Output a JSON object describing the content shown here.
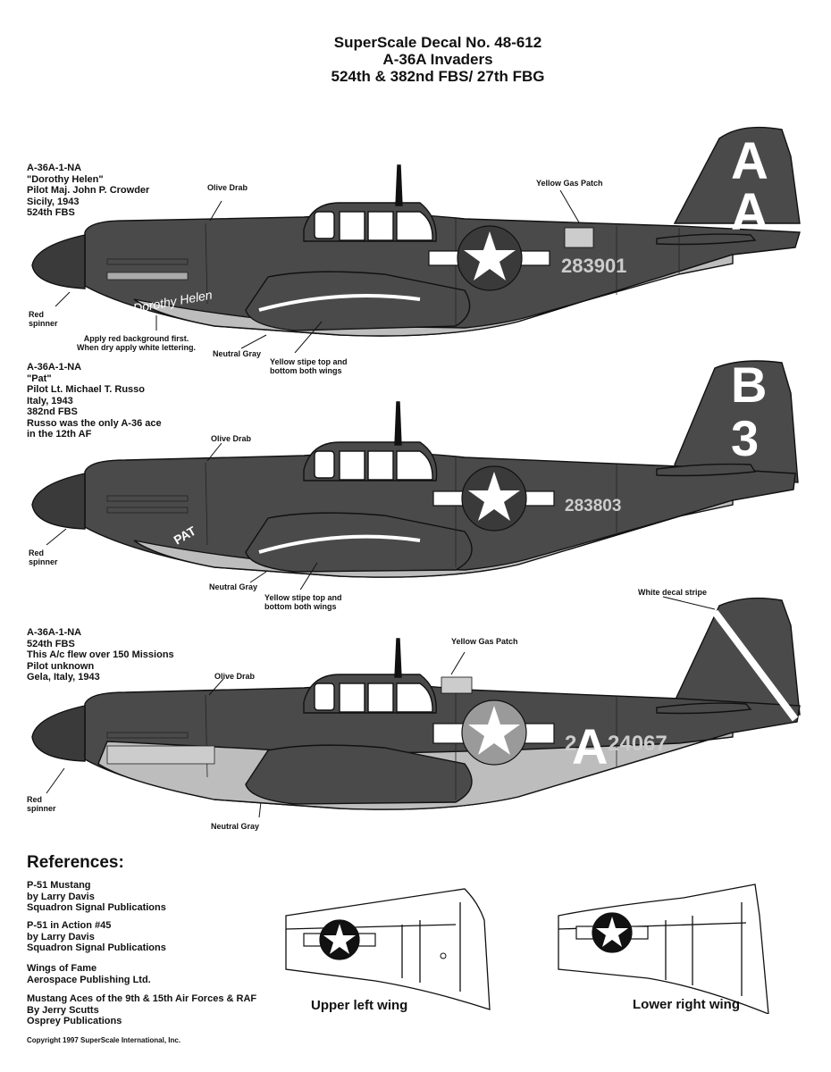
{
  "header": {
    "line1": "SuperScale Decal No. 48-612",
    "line2": "A-36A Invaders",
    "line3": "524th & 382nd FBS/ 27th FBG"
  },
  "aircraft": [
    {
      "info": "A-36A-1-NA\n\"Dorothy Helen\"\nPilot Maj. John P. Crowder\nSicily, 1943\n524th FBS",
      "serial": "283901",
      "tail_code": "A A",
      "nose_art": "Dorothy Helen",
      "callouts": {
        "olive_drab": "Olive Drab",
        "gas_patch": "Yellow Gas Patch",
        "red_spinner": "Red\nspinner",
        "red_background": "Apply red background first.\nWhen dry apply white lettering.",
        "neutral_gray": "Neutral Gray",
        "yellow_stripe": "Yellow stipe top and\nbottom both wings"
      }
    },
    {
      "info": "A-36A-1-NA\n\"Pat\"\nPilot Lt. Michael T. Russo\nItaly, 1943\n382nd FBS\nRusso was the only A-36 ace\nin the 12th AF",
      "serial": "283803",
      "tail_code": "B 3",
      "nose_art": "PAT",
      "callouts": {
        "olive_drab": "Olive Drab",
        "red_spinner": "Red\nspinner",
        "neutral_gray": "Neutral Gray",
        "yellow_stripe": "Yellow stipe top and\nbottom both wings"
      }
    },
    {
      "info": "A-36A-1-NA\n524th FBS\nThis A/c flew over 150 Missions\nPilot unknown\nGela, Italy, 1943",
      "serial": "24067",
      "serial_prefix": "2",
      "fuselage_code": "A",
      "callouts": {
        "white_stripe": "White decal stripe",
        "gas_patch": "Yellow Gas Patch",
        "olive_drab": "Olive Drab",
        "red_spinner": "Red\nspinner",
        "neutral_gray": "Neutral Gray"
      }
    }
  ],
  "references": {
    "heading": "References:",
    "items": [
      "P-51 Mustang\nby Larry Davis\nSquadron Signal Publications",
      "P-51 in Action #45\nby Larry Davis\nSquadron Signal Publications",
      "Wings of Fame\nAerospace Publishing Ltd.",
      "Mustang Aces of the 9th & 15th Air Forces & RAF\nBy Jerry Scutts\nOsprey Publications"
    ]
  },
  "wings": {
    "upper_left": "Upper left wing",
    "lower_right": "Lower right wing"
  },
  "copyright": "Copyright 1997 SuperScale International, Inc.",
  "colors": {
    "olive_drab": "#4a4a4a",
    "neutral_gray": "#bdbdbd",
    "spinner": "#3a3a3a",
    "ink": "#111111"
  }
}
